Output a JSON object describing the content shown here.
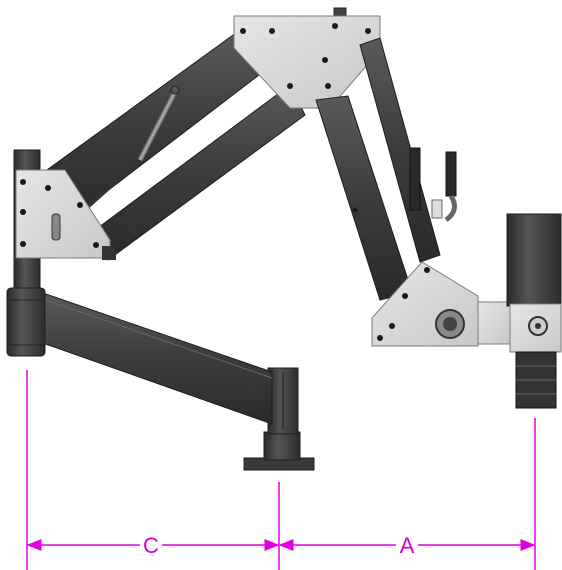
{
  "diagram": {
    "dimensions": [
      {
        "id": "C",
        "label": "C"
      },
      {
        "id": "A",
        "label": "A"
      }
    ]
  },
  "colors": {
    "arm": "#3d3d3d",
    "arm_edge": "#1e1e1e",
    "plate": "#d9d9d9",
    "plate_edge": "#7a7a7a",
    "dimension_line": "#e000e0",
    "bolt": "#1a1a1a"
  }
}
